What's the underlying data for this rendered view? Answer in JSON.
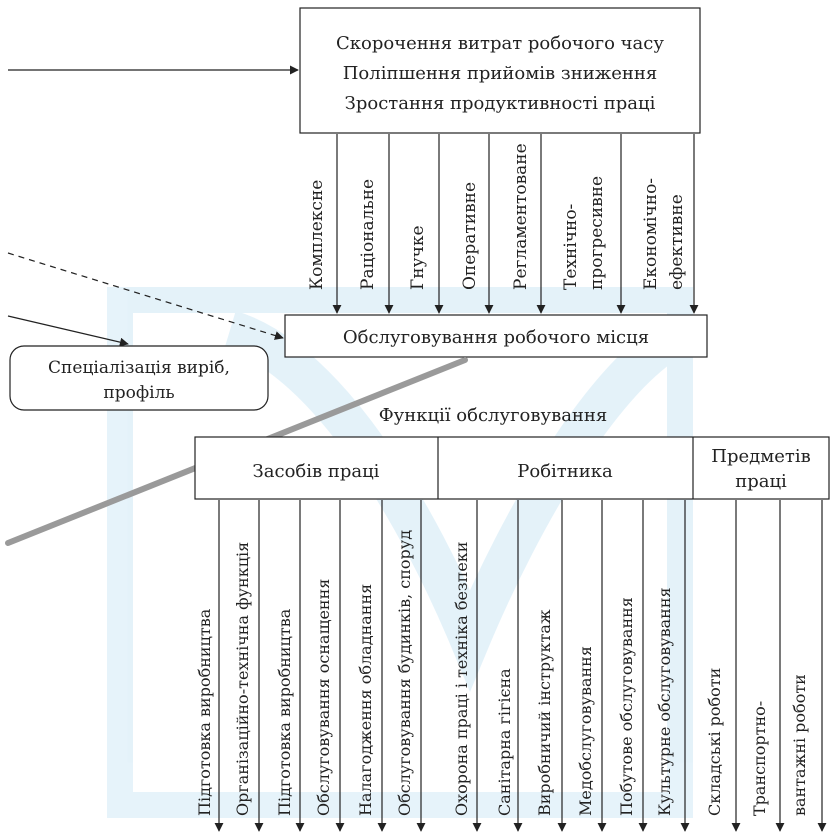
{
  "top_box": {
    "lines": [
      "Скорочення витрат робочого часу",
      "Поліпшення прийомів зниження",
      "Зростання продуктивності праці"
    ]
  },
  "requirements": [
    {
      "lines": [
        "Комплексне"
      ]
    },
    {
      "lines": [
        "Раціональне"
      ]
    },
    {
      "lines": [
        "Гнучке"
      ]
    },
    {
      "lines": [
        "Оперативне"
      ]
    },
    {
      "lines": [
        "Регламентоване"
      ]
    },
    {
      "lines": [
        "Технічно-",
        "прогресивне"
      ]
    },
    {
      "lines": [
        "Економічно-",
        "ефективне"
      ]
    }
  ],
  "center_box": {
    "label": "Обслуговування робочого місця"
  },
  "specialization": {
    "lines": [
      "Спеціалізація виріб,",
      "профіль"
    ]
  },
  "functions_title": "Функції обслуговування",
  "categories": [
    {
      "lines": [
        "Засобів праці"
      ]
    },
    {
      "lines": [
        "Робітника"
      ]
    },
    {
      "lines": [
        "Предметів",
        "праці"
      ]
    }
  ],
  "functions": [
    {
      "lines": [
        "Підготовка виробництва"
      ]
    },
    {
      "lines": [
        "Організаційно-технічна функція"
      ]
    },
    {
      "lines": [
        "Підготовка виробництва"
      ]
    },
    {
      "lines": [
        "Обслуговування оснащення"
      ]
    },
    {
      "lines": [
        "Налагодження обладнання"
      ]
    },
    {
      "lines": [
        "Обслуговування будинків, споруд"
      ]
    },
    {
      "lines": [
        "Охорона праці і техніка безпеки"
      ]
    },
    {
      "lines": [
        "Санітарна гігієна"
      ]
    },
    {
      "lines": [
        "Виробничий інструктаж"
      ]
    },
    {
      "lines": [
        "Медобслуговування"
      ]
    },
    {
      "lines": [
        "Побутове обслуговування"
      ]
    },
    {
      "lines": [
        "Культурне обслуговування"
      ]
    },
    {
      "lines": [
        "Складські роботи"
      ]
    },
    {
      "lines": [
        "Транспортно-"
      ]
    },
    {
      "lines": [
        "вантажні роботи"
      ]
    }
  ]
}
